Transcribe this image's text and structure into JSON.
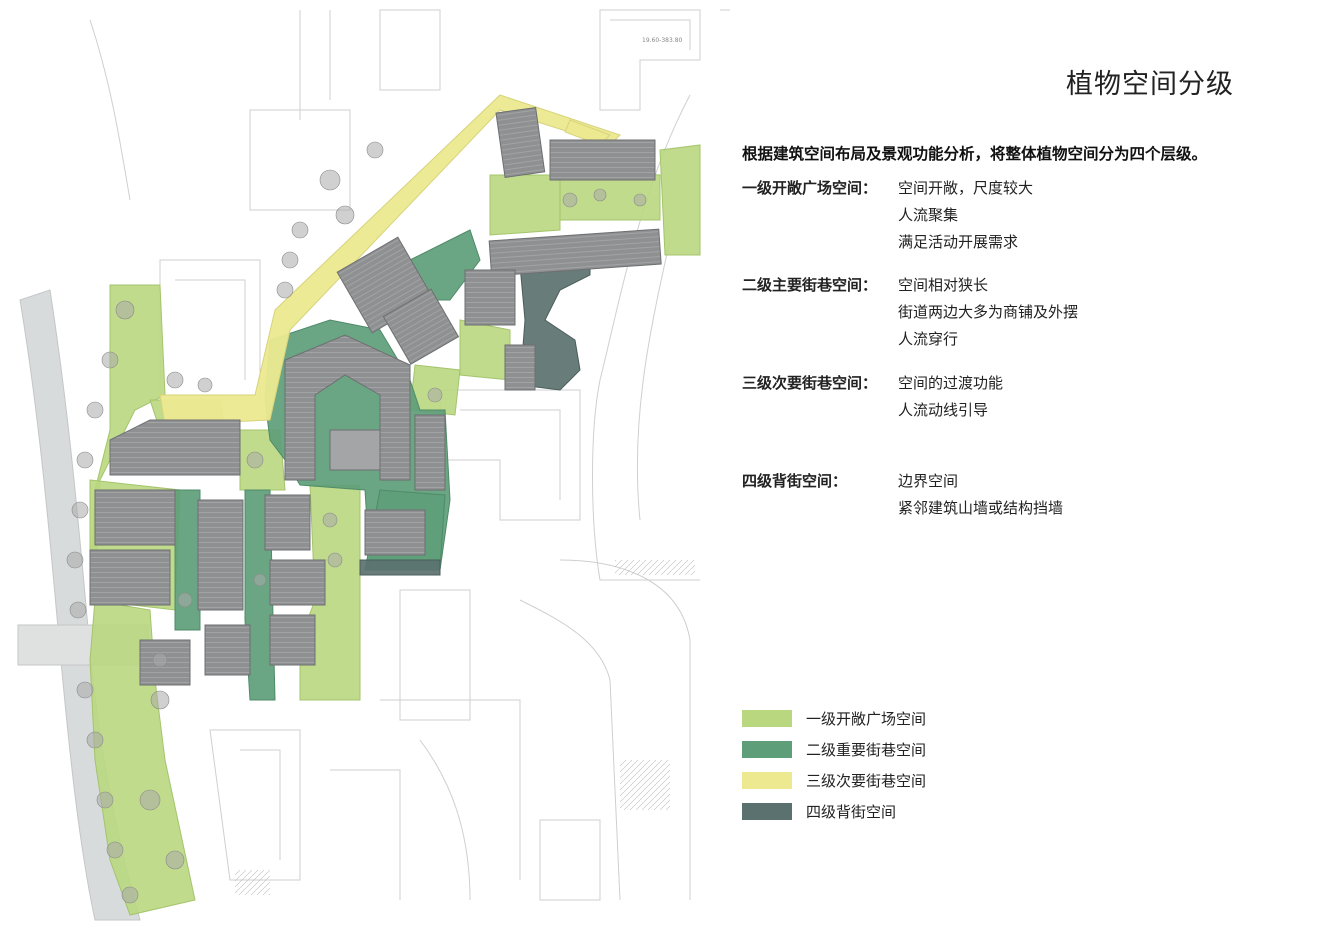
{
  "title": "植物空间分级",
  "intro": "根据建筑空间布局及景观功能分析，将整体植物空间分为四个层级。",
  "map_label": "19.60-383.80",
  "levels": [
    {
      "label": "一级开敞广场空间：",
      "items": [
        "空间开敞，尺度较大",
        "人流聚集",
        "满足活动开展需求"
      ]
    },
    {
      "label": "二级主要街巷空间：",
      "items": [
        "空间相对狭长",
        "街道两边大多为商铺及外摆",
        "人流穿行"
      ]
    },
    {
      "label": "三级次要街巷空间：",
      "items": [
        "空间的过渡功能",
        "人流动线引导"
      ]
    },
    {
      "label": "四级背街空间：",
      "items": [
        "边界空间",
        "紧邻建筑山墙或结构挡墙"
      ]
    }
  ],
  "legend": [
    {
      "label": "一级开敞广场空间",
      "color": "#b9d77f"
    },
    {
      "label": "二级重要街巷空间",
      "color": "#5e9e79"
    },
    {
      "label": "三级次要街巷空间",
      "color": "#ece990"
    },
    {
      "label": "四级背街空间",
      "color": "#5b716f"
    }
  ],
  "colors": {
    "level1": "#b9d77f",
    "level2": "#5e9e79",
    "level3": "#ece990",
    "level4": "#5b716f",
    "roof": "#8f9193",
    "line": "#c9c9c9"
  }
}
